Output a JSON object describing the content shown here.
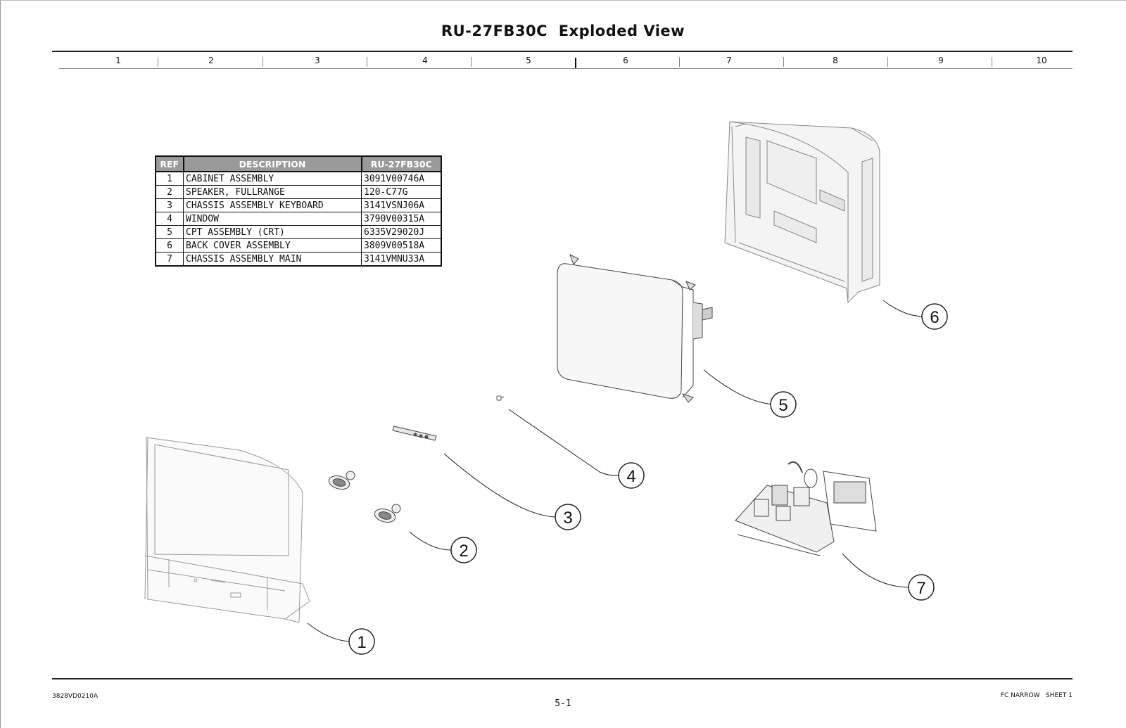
{
  "header": {
    "model": "RU-27FB30C",
    "title_suffix": "Exploded View"
  },
  "ruler": [
    "1",
    "2",
    "3",
    "4",
    "5",
    "6",
    "7",
    "8",
    "9",
    "10"
  ],
  "parts_table": {
    "headers": {
      "ref": "REF",
      "description": "DESCRIPTION",
      "part_number": "RU-27FB30C"
    },
    "rows": [
      {
        "ref": "1",
        "description": "CABINET ASSEMBLY",
        "part_number": "3091V00746A"
      },
      {
        "ref": "2",
        "description": "SPEAKER, FULLRANGE",
        "part_number": "120-C77G"
      },
      {
        "ref": "3",
        "description": "CHASSIS ASSEMBLY KEYBOARD",
        "part_number": "3141VSNJ06A"
      },
      {
        "ref": "4",
        "description": "WINDOW",
        "part_number": "3790V00315A"
      },
      {
        "ref": "5",
        "description": "CPT ASSEMBLY (CRT)",
        "part_number": "6335V29020J"
      },
      {
        "ref": "6",
        "description": "BACK COVER ASSEMBLY",
        "part_number": "3809V00518A"
      },
      {
        "ref": "7",
        "description": "CHASSIS ASSEMBLY MAIN",
        "part_number": "3141VMNU33A"
      }
    ]
  },
  "callouts": [
    "1",
    "2",
    "3",
    "4",
    "5",
    "6",
    "7"
  ],
  "footer": {
    "doc_number": "3828VD0210A",
    "page": "5-1",
    "sheet": "FC NARROW   SHEET 1"
  }
}
